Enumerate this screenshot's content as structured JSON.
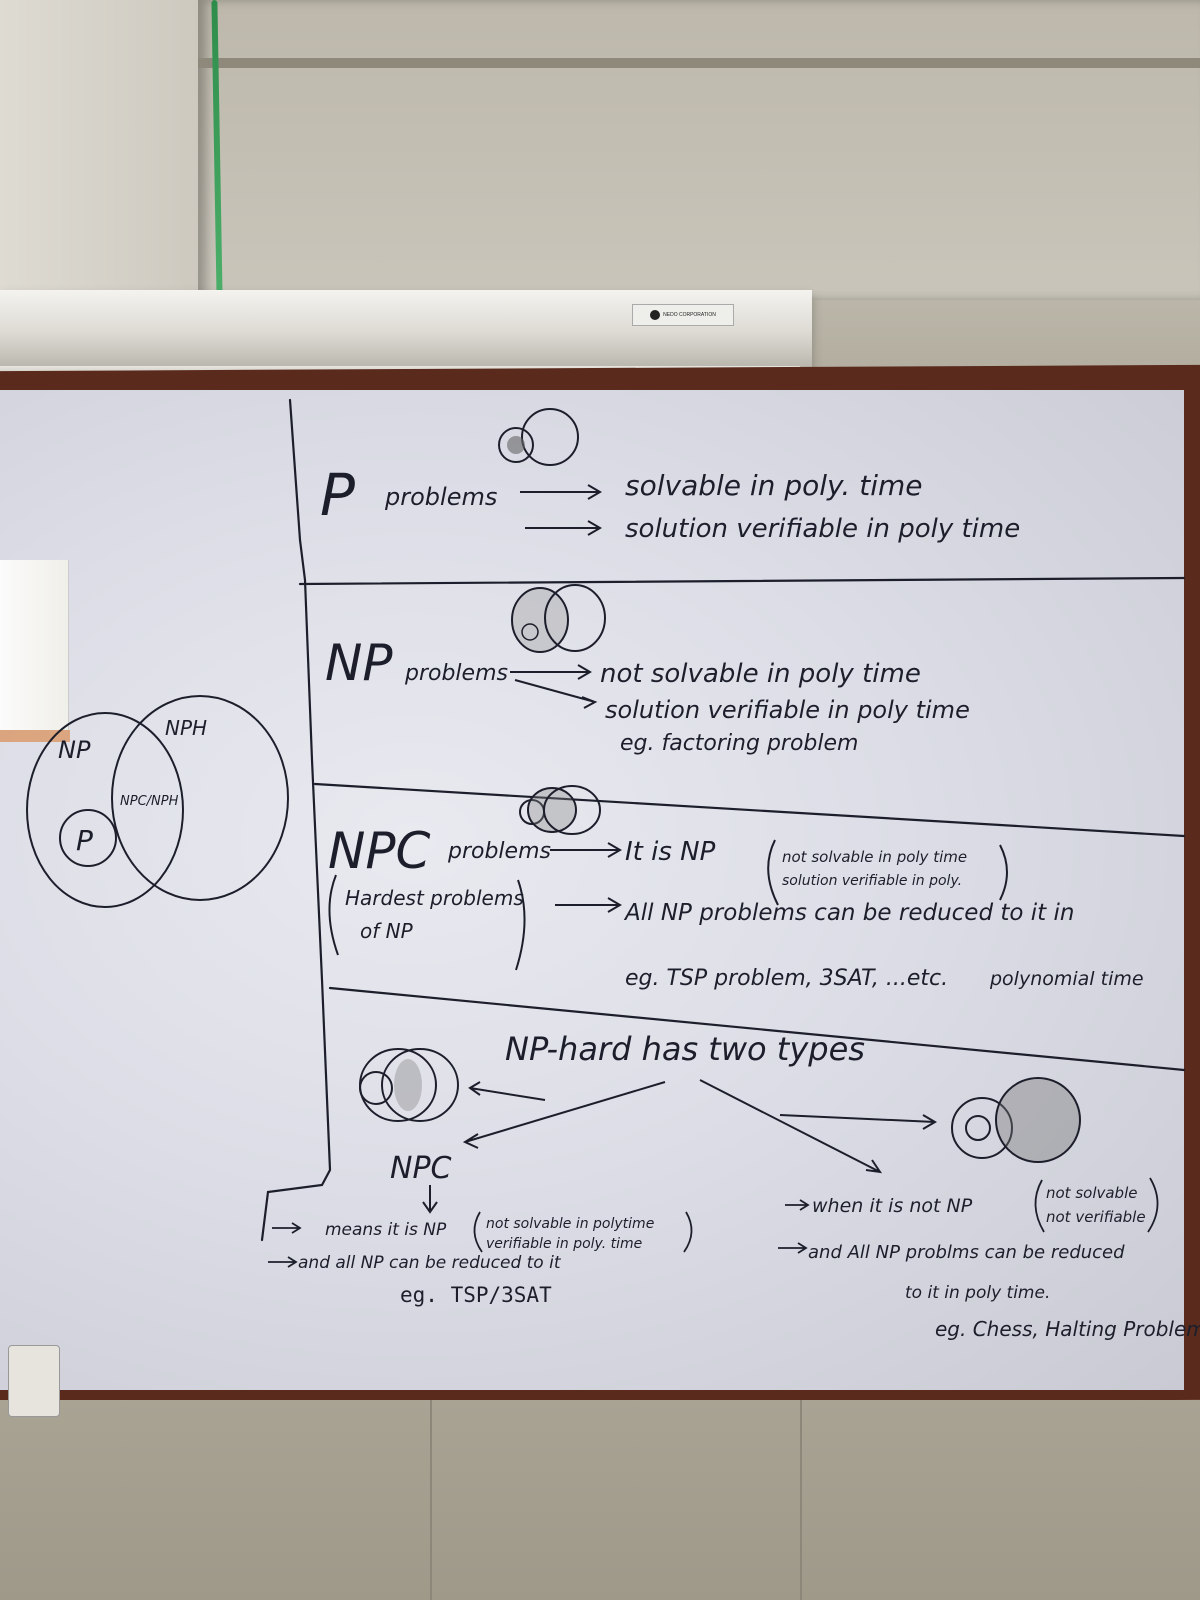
{
  "projector": {
    "brand": "NEDO CORPORATION"
  },
  "venn_sidebar": {
    "np": "NP",
    "nph": "NPH",
    "p": "P",
    "overlap": "NPC/NPH"
  },
  "p_section": {
    "title": "P",
    "word": "problems",
    "line1": "solvable in poly. time",
    "line2": "solution verifiable in poly time"
  },
  "np_section": {
    "title": "NP",
    "word": "problems",
    "line1": "not solvable in poly time",
    "line2": "solution verifiable in poly time",
    "example": "eg. factoring problem"
  },
  "npc_section": {
    "title": "NPC",
    "word": "problems",
    "aside1": "Hardest problems",
    "aside2": "of NP",
    "line1": "It is NP",
    "paren1": "not solvable in poly time",
    "paren2": "solution verifiable in poly.",
    "line2": "All NP problems can be reduced to it in",
    "line2b": "polynomial time",
    "example": "eg. TSP problem, 3SAT, ...etc."
  },
  "nph_section": {
    "heading": "NP-hard has two types",
    "left_label": "NPC",
    "left_line1": "means it is NP",
    "left_paren1": "not solvable in polytime",
    "left_paren2": "verifiable in poly. time",
    "left_line2": "and all NP can be reduced to it",
    "left_example": "eg. TSP/3SAT",
    "right_line1": "when it is not NP",
    "right_paren1": "not solvable",
    "right_paren2": "not verifiable",
    "right_line2": "and All NP problms can be reduced",
    "right_line3": "to it in poly time.",
    "right_example": "eg. Chess, Halting Problem"
  }
}
